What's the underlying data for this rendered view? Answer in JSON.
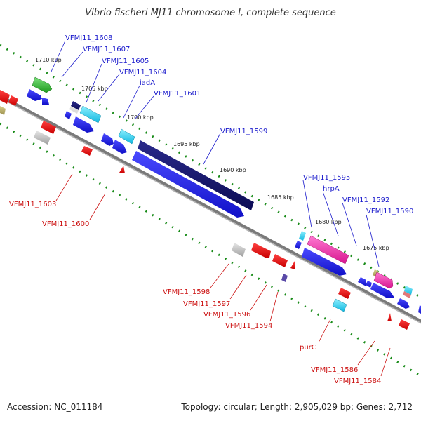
{
  "title": "Vibrio fischeri MJ11 chromosome I, complete sequence",
  "accession": "Accession: NC_011184",
  "topology": "Topology: circular; Length: 2,905,029 bp; Genes: 2,712",
  "scale_labels": [
    "1710 kbp",
    "1705 kbp",
    "1700 kbp",
    "1695 kbp",
    "1690 kbp",
    "1685 kbp",
    "1680 kbp",
    "1675 kbp"
  ],
  "forward_gene_labels": [
    "VFMJ11_1608",
    "VFMJ11_1607",
    "VFMJ11_1605",
    "VFMJ11_1604",
    "iadA",
    "VFMJ11_1601",
    "VFMJ11_1599",
    "VFMJ11_1595",
    "hrpA",
    "VFMJ11_1592",
    "VFMJ11_1590"
  ],
  "reverse_gene_labels": [
    "VFMJ11_1603",
    "VFMJ11_1600",
    "VFMJ11_1598",
    "VFMJ11_1597",
    "VFMJ11_1596",
    "VFMJ11_1594",
    "purC",
    "VFMJ11_1586",
    "VFMJ11_1584"
  ],
  "colors": {
    "forward_label": "#1a1acc",
    "reverse_label": "#cc1111",
    "forward_gene": "#1414e6",
    "reverse_gene": "#ee1111",
    "backbone": "#808080",
    "tick_dot": "#1a8c1a"
  }
}
